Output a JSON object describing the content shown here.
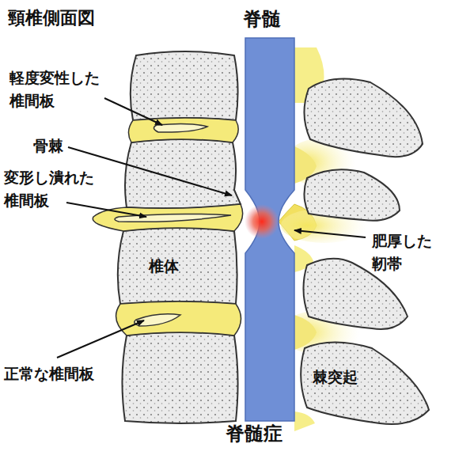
{
  "diagram": {
    "title": "頸椎側面図",
    "labels": [
      "脊髄",
      "軽度変性した 椎間板",
      "骨棘",
      "変形し潰れた 椎間板",
      "椎体",
      "肥厚した 靭帯",
      "正常な椎間板",
      "棘突起",
      "脊髄症"
    ]
  }
}
